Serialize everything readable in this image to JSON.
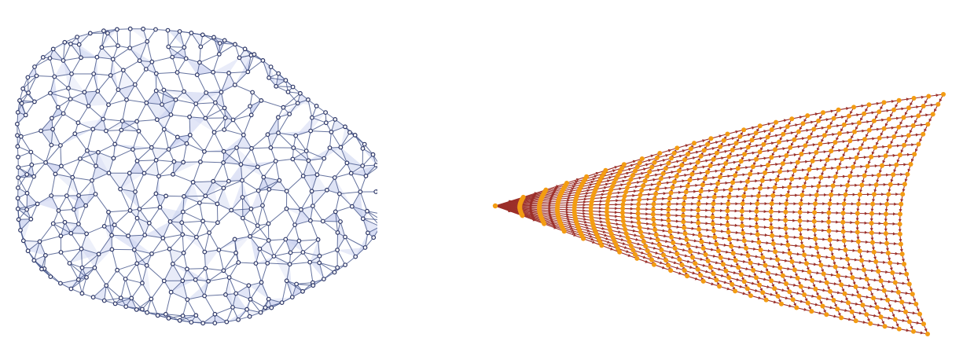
{
  "figure": {
    "panels": [
      {
        "id": "blob-mesh",
        "kind": "3d-graph-surface",
        "edge_color": "#4a5a8e",
        "vertex_color": "#2b3566",
        "vertex_fill": "#ffffff",
        "face_color": "#c8d0ef"
      },
      {
        "id": "horn-mesh",
        "kind": "3d-directed-grid-surface",
        "edge_color": "#9b2f2a",
        "vertex_color": "#f39c12"
      }
    ]
  }
}
